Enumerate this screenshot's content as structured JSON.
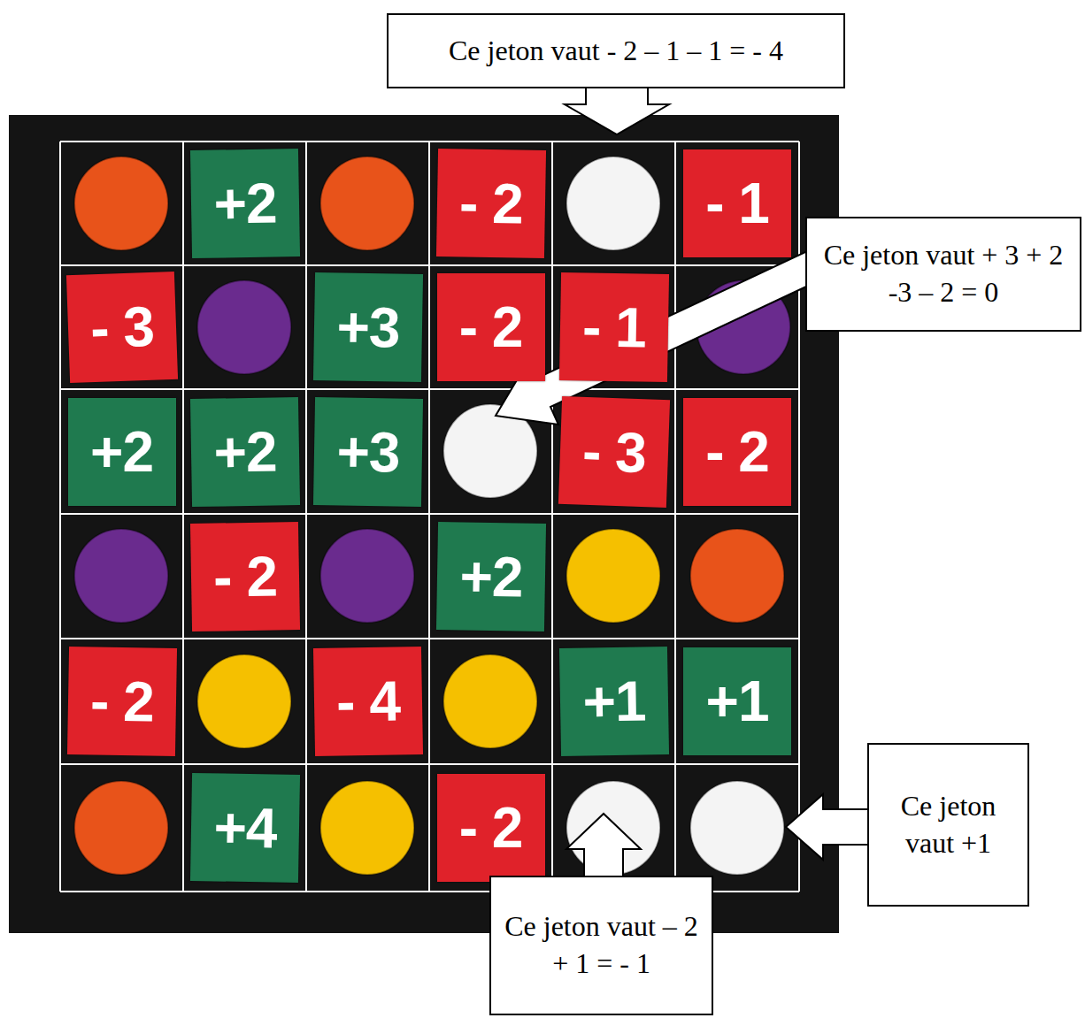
{
  "diagram": {
    "nodes": [
      {
        "text": [
          "Ce jeton vaut - 2 – 1 – 1 = - 4"
        ]
      },
      {
        "text": [
          "Ce jeton vaut + 3 + 2 -3 – 2 = 0"
        ]
      },
      {
        "text": [
          "+2"
        ]
      },
      {
        "text": [
          "- 2"
        ]
      },
      {
        "text": [
          "- 1"
        ]
      },
      {
        "text": [
          "- 3"
        ]
      },
      {
        "text": [
          "+3"
        ]
      },
      {
        "text": [
          "- 2"
        ]
      },
      {
        "text": [
          "- 1"
        ]
      },
      {
        "text": [
          "+2"
        ]
      },
      {
        "text": [
          "+2"
        ]
      },
      {
        "text": [
          "+3"
        ]
      },
      {
        "text": [
          "- 3"
        ]
      },
      {
        "text": [
          "- 2"
        ]
      },
      {
        "text": [
          "- 2"
        ]
      },
      {
        "text": [
          "+2"
        ]
      },
      {
        "text": [
          "- 2"
        ]
      },
      {
        "text": [
          "- 4"
        ]
      },
      {
        "text": [
          "+1"
        ]
      },
      {
        "text": [
          "+1"
        ]
      },
      {
        "text": [
          "+4"
        ]
      },
      {
        "text": [
          "- 2"
        ]
      },
      {
        "text": [
          "Ce jeton vaut +1"
        ]
      },
      {
        "text": [
          "Ce jeton vaut – 2 + 1 = - 1"
        ]
      }
    ]
  }
}
